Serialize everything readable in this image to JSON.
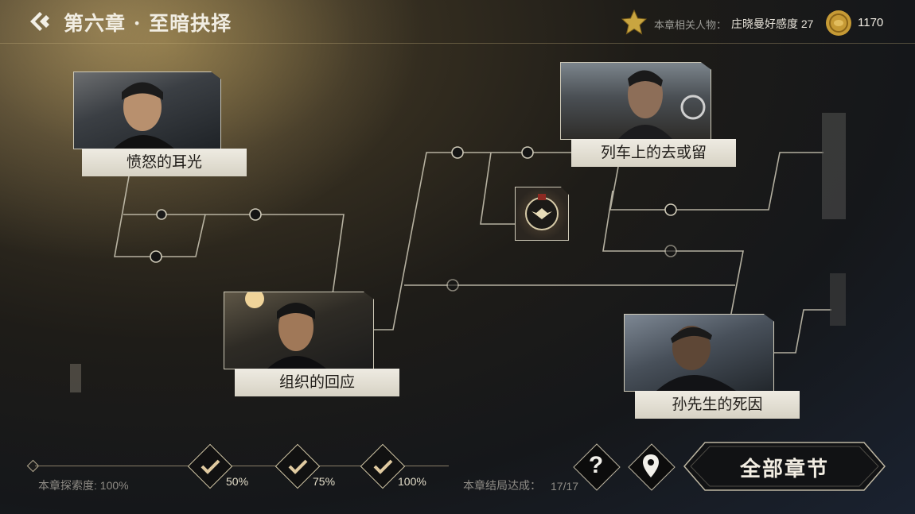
{
  "header": {
    "chapter_title": "第六章 · 至暗抉择",
    "affinity_label": "本章相关人物：",
    "affinity_value": "庄晓曼好感度 27",
    "coin_count": "1170"
  },
  "nodes": {
    "angry_slap": "愤怒的耳光",
    "train_choice": "列车上的去或留",
    "org_response": "组织的回应",
    "sun_death": "孙先生的死因"
  },
  "footer": {
    "explore_text": "本章探索度: 100%",
    "milestones": [
      "50%",
      "75%",
      "100%"
    ],
    "ending_label": "本章结局达成：",
    "ending_value": "17/17",
    "help_symbol": "?",
    "all_chapters_label": "全部章节"
  },
  "colors": {
    "accent_gold": "#d4c9a8",
    "label_bg": "#e6e2d6",
    "line": "#cfcab8"
  }
}
